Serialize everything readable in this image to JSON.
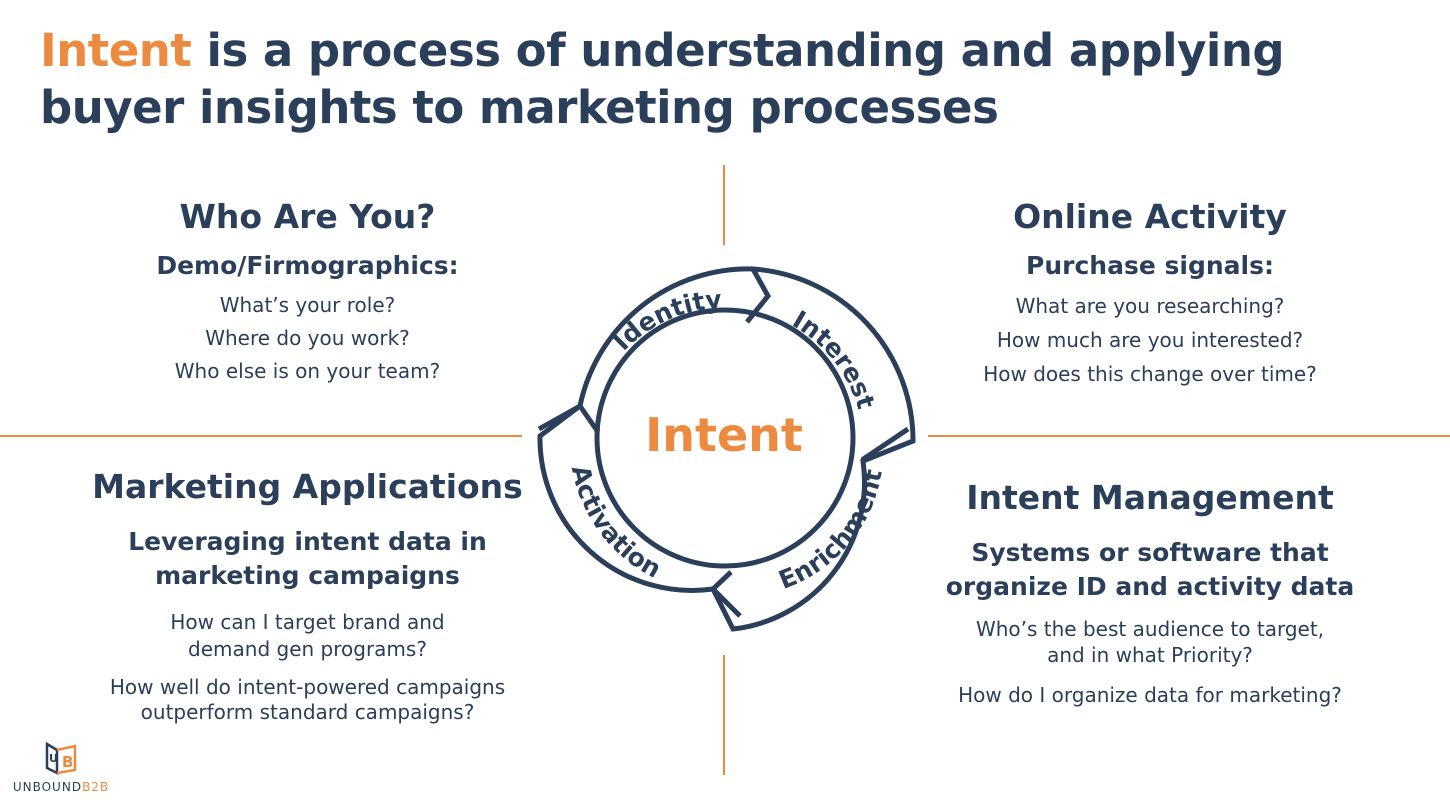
{
  "title": {
    "accent": "Intent",
    "rest": " is a process of understanding and applying buyer insights to marketing processes"
  },
  "quadrants": {
    "top_left": {
      "heading": "Who Are You?",
      "subheading": "Demo/Firmographics:",
      "questions": [
        "What’s your role?",
        "Where do you work?",
        "Who else is on your team?"
      ]
    },
    "top_right": {
      "heading": "Online Activity",
      "subheading": "Purchase signals:",
      "questions": [
        "What are you researching?",
        "How much are you interested?",
        "How does this change over time?"
      ]
    },
    "bottom_left": {
      "heading": "Marketing Applications",
      "subheading_lines": [
        "Leveraging intent data in",
        "marketing campaigns"
      ],
      "q1_lines": [
        "How can I target brand and",
        "demand gen programs?"
      ],
      "q2_lines": [
        "How well do intent-powered campaigns",
        "outperform standard campaigns?"
      ]
    },
    "bottom_right": {
      "heading": "Intent Management",
      "subheading_lines": [
        "Systems or software that",
        "organize ID and activity data"
      ],
      "q1_lines": [
        "Who’s the best audience to target,",
        "and in what Priority?"
      ],
      "q2": "How do I organize data for marketing?"
    }
  },
  "cycle": {
    "center": "Intent",
    "stages": [
      "Identity",
      "Interest",
      "Enrichment",
      "Activation"
    ]
  },
  "logo": {
    "mark": "UB",
    "word_main": "UNBOUND",
    "word_accent": "B2B"
  },
  "colors": {
    "navy": "#2b3f5a",
    "orange": "#ec8a3f",
    "background": "#ffffff"
  }
}
